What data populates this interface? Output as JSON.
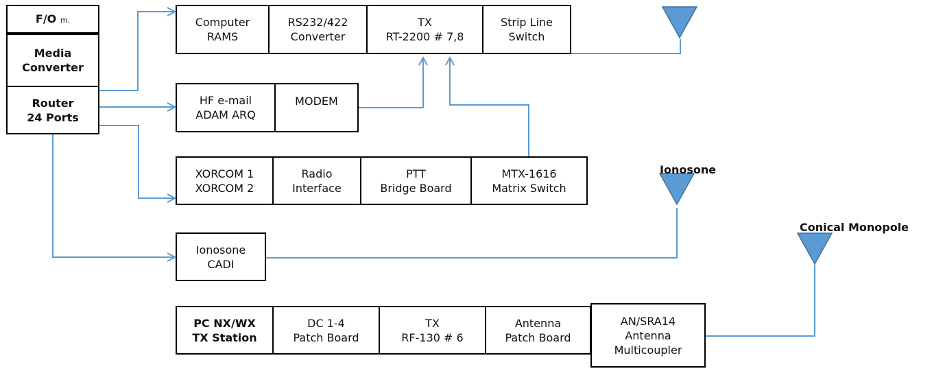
{
  "left_stack": {
    "fo": [
      "F/O",
      "m."
    ],
    "media": [
      "Media",
      "Converter"
    ],
    "router": [
      "Router",
      "24 Ports"
    ]
  },
  "row1": {
    "computer": [
      "Computer",
      "RAMS"
    ],
    "rs232": [
      "RS232/422",
      "Converter"
    ],
    "tx": [
      "TX",
      "RT-2200 # 7,8"
    ],
    "strip": [
      "Strip Line",
      "Switch"
    ]
  },
  "row2": {
    "hf": [
      "HF e-mail",
      "ADAM ARQ"
    ],
    "modem": [
      "MODEM"
    ]
  },
  "row3": {
    "xorcom": [
      "XORCOM 1",
      "XORCOM 2"
    ],
    "radio": [
      "Radio",
      "Interface"
    ],
    "ptt": [
      "PTT",
      "Bridge Board"
    ],
    "mtx": [
      "MTX-1616",
      "Matrix Switch"
    ]
  },
  "row4": {
    "ionosone": [
      "Ionosone",
      "CADI"
    ]
  },
  "row5": {
    "pc": [
      "PC NX/WX",
      "TX Station"
    ],
    "dc": [
      "DC 1-4",
      "Patch Board"
    ],
    "tx6": [
      "TX",
      "RF-130 # 6"
    ],
    "antpatch": [
      "Antenna",
      "Patch Board"
    ],
    "ansra": [
      "AN/SRA14",
      "Antenna",
      "Multicoupler"
    ]
  },
  "labels": {
    "ionosone": "Ionosone",
    "conical": "Conical  Monopole"
  },
  "colors": {
    "arrow": "#5b9bd5",
    "antenna_fill": "#5b9bd5",
    "antenna_stroke": "#41719c"
  }
}
